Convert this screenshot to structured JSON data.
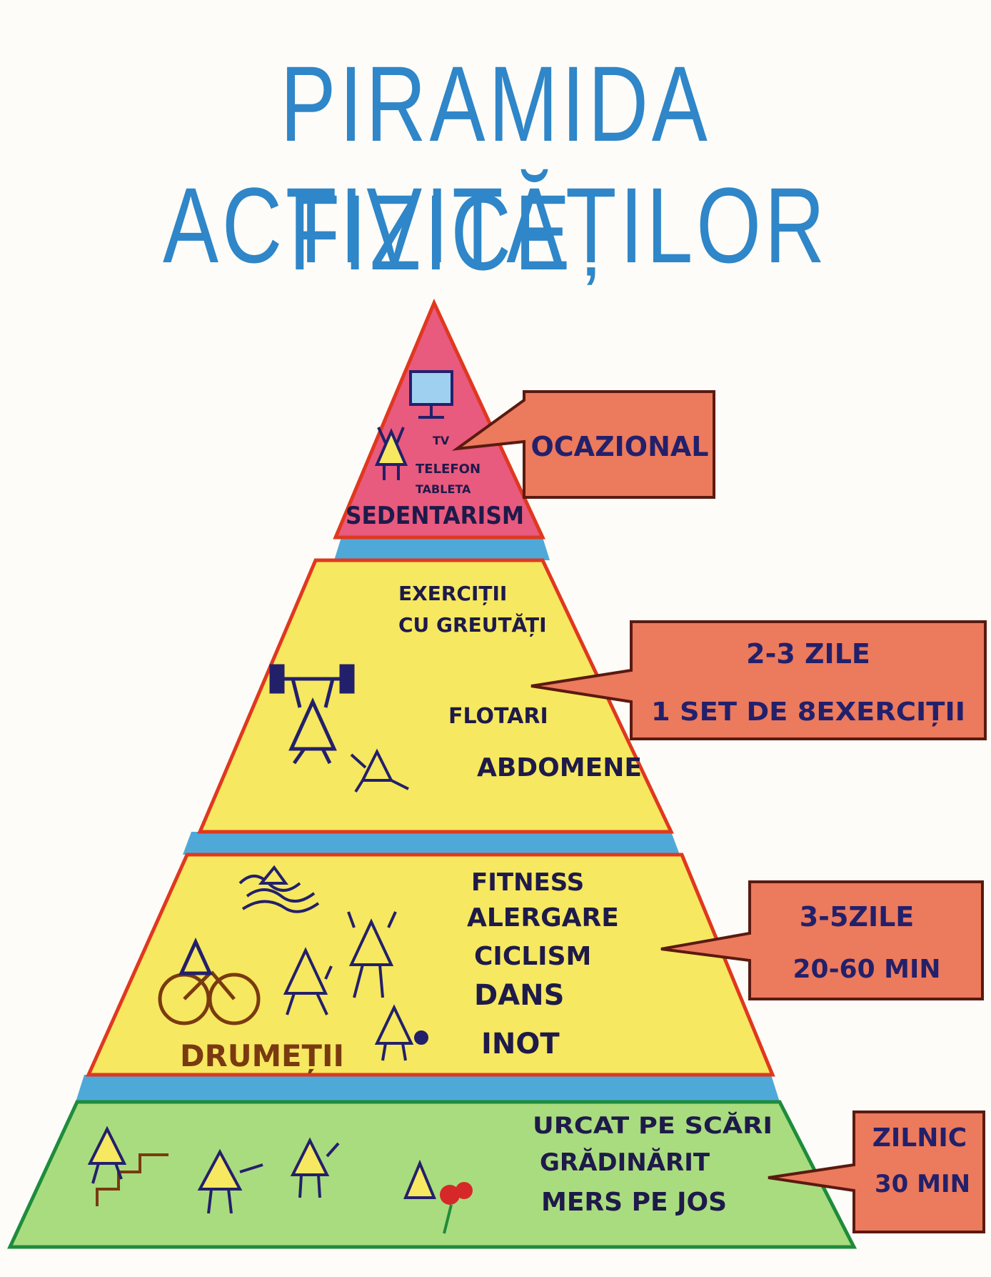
{
  "title": {
    "line1": "PIRAMIDA ACTIVITĂȚILOR",
    "line2": "FIZICE"
  },
  "levels": {
    "top": {
      "activities": [
        "TV",
        "TELEFON",
        "TABLETA"
      ],
      "label": "SEDENTARISM",
      "frequency": "OCAZIONAL",
      "icons": [
        "monitor-icon",
        "stick-figure-icon"
      ]
    },
    "second": {
      "activities": [
        "EXERCIȚII",
        "CU GREUTĂȚI",
        "FLOTARI",
        "ABDOMENE"
      ],
      "frequency": [
        "2-3 ZILE",
        "1 SET DE 8EXERCIȚII"
      ],
      "icons": [
        "weightlifter-icon",
        "situp-figure-icon"
      ]
    },
    "third": {
      "activities": [
        "FITNESS",
        "ALERGARE",
        "CICLISM",
        "DANS",
        "INOT"
      ],
      "extra": "DRUMEȚII",
      "frequency": [
        "3-5ZILE",
        "20-60 MIN"
      ],
      "icons": [
        "swimmer-icon",
        "cyclist-icon",
        "runner-icon",
        "dancer-icon",
        "walker-icon"
      ]
    },
    "base": {
      "activities": [
        "URCAT PE SCĂRI",
        "GRĂDINĂRIT",
        "MERS PE JOS"
      ],
      "frequency": [
        "ZILNIC",
        "30 MIN"
      ],
      "icons": [
        "stair-climber-icon",
        "walker-icon",
        "gardener-icon",
        "flower-icon"
      ]
    }
  },
  "colors": {
    "title": "#2f86c8",
    "top": "#e85a7e",
    "middle": "#f6e860",
    "base": "#a9dc7e",
    "band": "#4fa9d8",
    "callout": "#ec7a5c",
    "outline": "#e0381f"
  }
}
